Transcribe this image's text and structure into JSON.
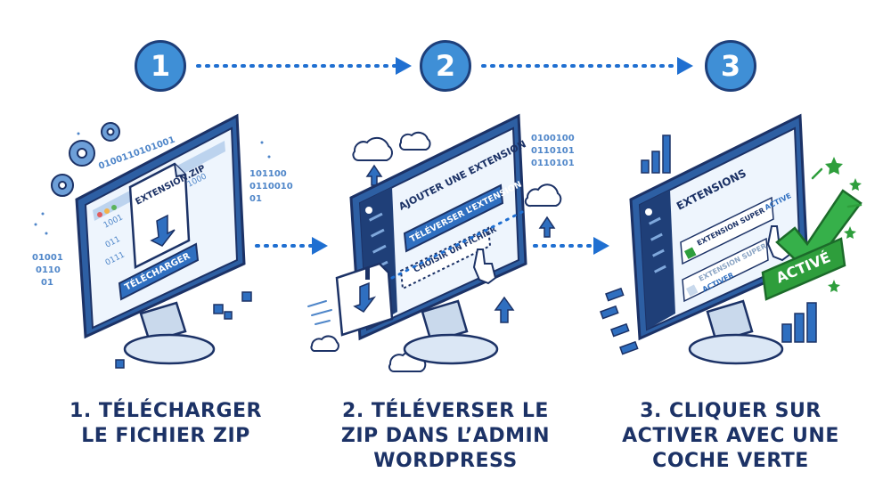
{
  "steps": [
    {
      "number": "1",
      "caption": [
        "1. TÉLÉCHARGER",
        "LE FICHIER ZIP"
      ],
      "file_label": "EXTENSION.ZIP",
      "button": "TÉLÉCHARGER",
      "binary": [
        "0100110101001",
        "1001",
        "011",
        "0111",
        "1000",
        "01",
        "01001",
        "0110",
        "01",
        "101100",
        "0110010",
        "01"
      ]
    },
    {
      "number": "2",
      "caption": [
        "2. TÉLÉVERSER LE",
        "ZIP DANS L’ADMIN",
        "WORDPRESS"
      ],
      "heading": "AJOUTER UNE EXTENSION",
      "upload_button": "TÉLÉVERSER L’EXTENSION",
      "choose_file": "CHOISIR UN FICHIER",
      "binary": [
        "0100100",
        "0110101",
        "0110101"
      ]
    },
    {
      "number": "3",
      "caption": [
        "3. CLIQUER SUR",
        "ACTIVER AVEC UNE",
        "COCHE VERTE"
      ],
      "heading": "EXTENSIONS",
      "row1": "EXTENSION SUPER",
      "row1_link": "ACTIVE",
      "row2": "EXTENSION SUPER",
      "row2_sub": "ACTIVER",
      "badge": "ACTIVÉ"
    }
  ],
  "colors": {
    "navy": "#1c3266",
    "blue": "#3f8fd6",
    "light": "#dbe9f8",
    "green": "#2e9e3c"
  }
}
